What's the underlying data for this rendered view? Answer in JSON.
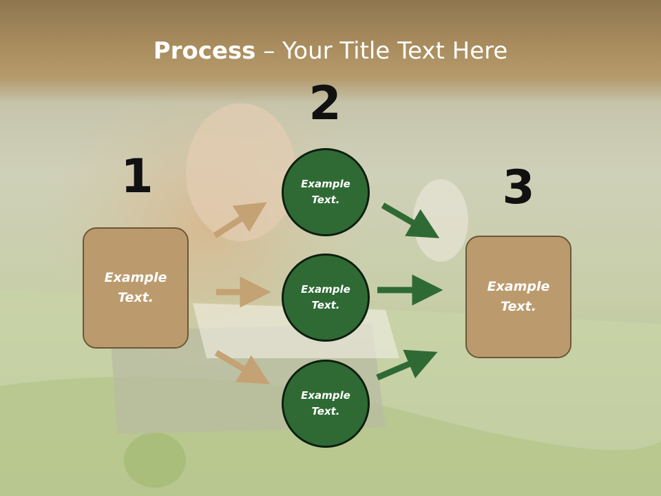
{
  "slide": {
    "title_bold": "Process",
    "title_rest": " – Your Title Text Here",
    "step_numbers": [
      "1",
      "2",
      "3"
    ],
    "left_box": "Example\nText.",
    "circles": [
      "Example\nText.",
      "Example\nText.",
      "Example\nText."
    ],
    "right_box": "Example\nText."
  },
  "colors": {
    "box_fill": "#bb9b6e",
    "circle_fill": "#2f6a35",
    "tan_arrow": "#c4a274",
    "green_arrow": "#2f6a35",
    "title_band": "#a98d5e"
  }
}
